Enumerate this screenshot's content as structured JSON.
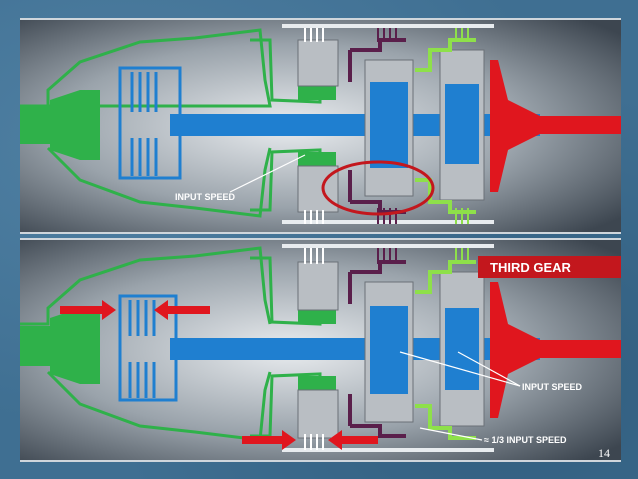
{
  "top_panel": {
    "labels": {
      "input_speed": "INPUT SPEED"
    }
  },
  "bottom_panel": {
    "gear_title": "THIRD GEAR",
    "labels": {
      "input_speed": "INPUT SPEED",
      "third_input_speed": "≈ 1/3 INPUT SPEED"
    }
  },
  "slide_number": "14",
  "colors": {
    "turbine_green": "#2fb14a",
    "clutch_blue": "#1f7fd0",
    "output_red": "#e0161e",
    "housing_gray": "#b9bec3",
    "carrier_purple": "#5a1f4b",
    "highlight_lime": "#8ee04a",
    "annotation_circle": "#c3171d",
    "title_banner": "#c3171d"
  },
  "icons": [
    "apply-arrow-icon",
    "highlight-circle-icon"
  ]
}
